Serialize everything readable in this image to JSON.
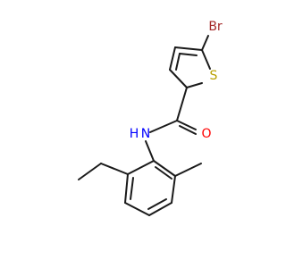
{
  "molecule": {
    "atoms": {
      "br": {
        "text": "Br",
        "color": "#a52a2a"
      },
      "s": {
        "text": "S",
        "color": "#b8a000"
      },
      "o": {
        "text": "O",
        "color": "#ff0000"
      },
      "n": {
        "text": "N",
        "color": "#0000ff"
      },
      "h": {
        "text": "H",
        "color": "#0000ff"
      }
    },
    "bond_color": "#1a1a1a"
  }
}
